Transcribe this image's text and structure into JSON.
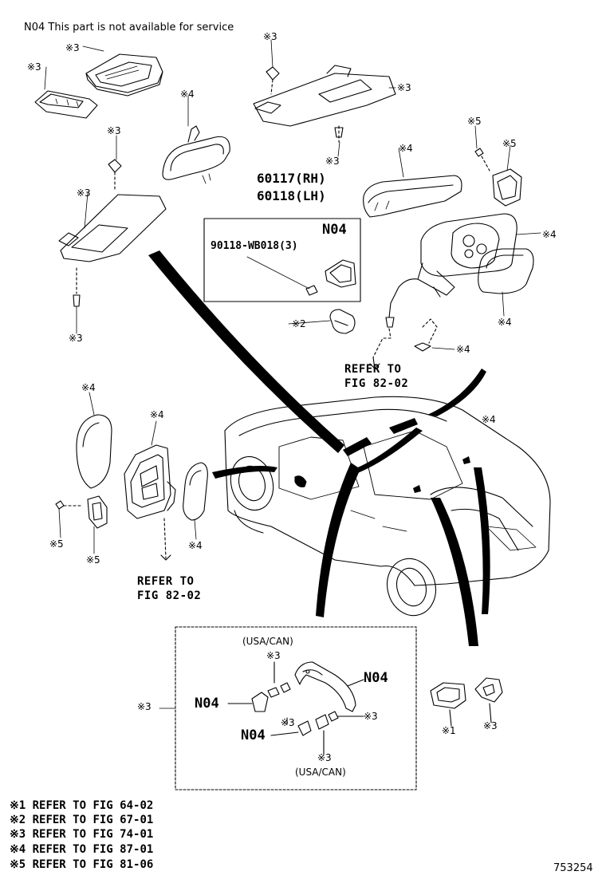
{
  "header_note": "N04 This part is not available for service",
  "marks": {
    "m3": "※3",
    "m4": "※4",
    "m5": "※5",
    "m2": "※2",
    "m1": "※1"
  },
  "part_numbers": {
    "rh": "60117(RH)",
    "lh": "60118(LH)",
    "screw": "90118-WB018(3)",
    "n04": "N04"
  },
  "refer_to": "REFER TO",
  "fig_82_02": "FIG 82-02",
  "usa_can": "(USA/CAN)",
  "legend": [
    "※1 REFER TO FIG 64-02",
    "※2 REFER TO FIG 67-01",
    "※3 REFER TO FIG 74-01",
    "※4 REFER TO FIG 87-01",
    "※5 REFER TO FIG 81-06"
  ],
  "diagram_number": "753254"
}
